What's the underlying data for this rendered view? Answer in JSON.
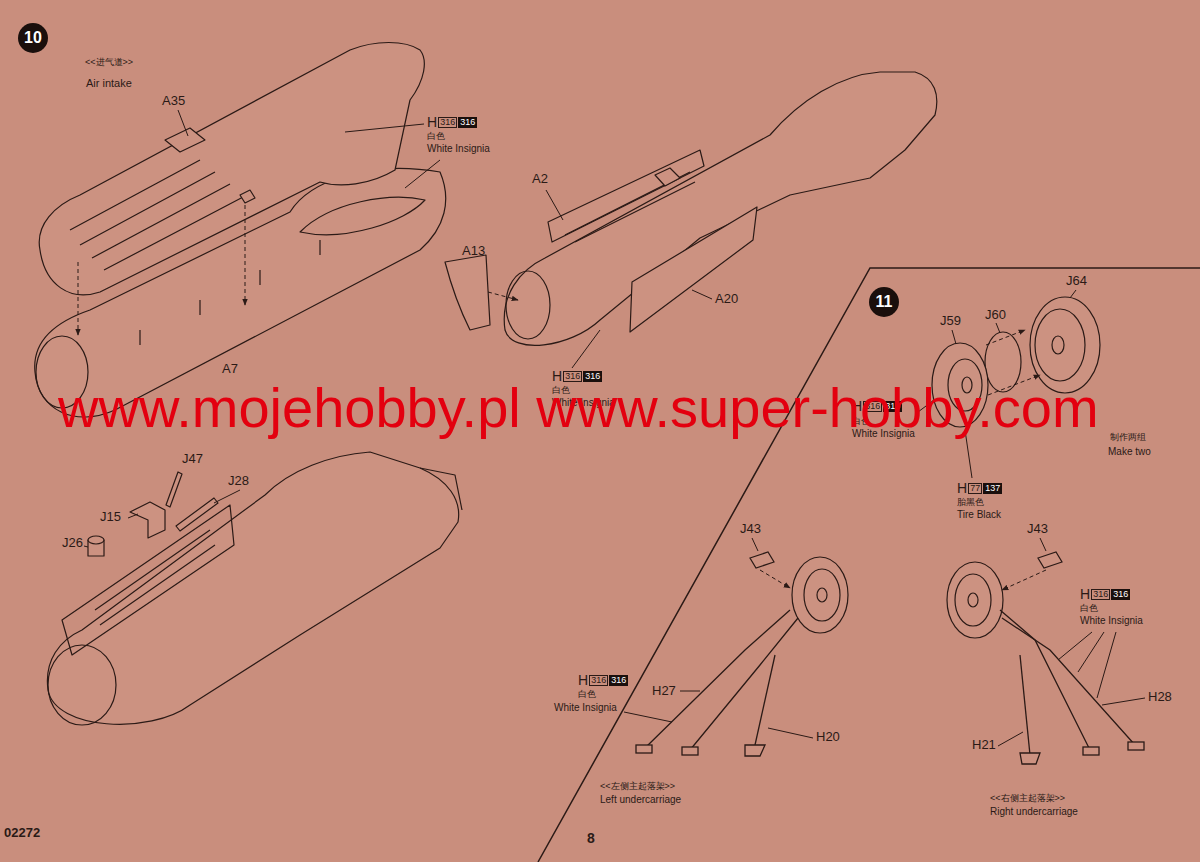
{
  "diagram": {
    "nodes": [
      {
        "text": [
          "10"
        ]
      },
      {
        "text": [
          "11"
        ]
      }
    ],
    "labels": [
      "<<进气道>>",
      "Air intake",
      "A35",
      "H",
      "316",
      "316",
      "白色",
      "White Insignia",
      "A2",
      "A13",
      "A20",
      "A7",
      "H",
      "316",
      "316",
      "白色",
      "White Insignia",
      "J47",
      "J15",
      "J28",
      "J26",
      "www.mojehobby.pl www.super-hobby.com",
      "J64",
      "J59",
      "J60",
      "H",
      "316",
      "316",
      "白色",
      "White Insignia",
      "制作两组",
      "Make two",
      "H",
      "77",
      "137",
      "胎黑色",
      "Tire Black",
      "J43",
      "J43",
      "H",
      "316",
      "316",
      "白色",
      "White Insignia",
      "H27",
      "H20",
      "<<左侧主起落架>>",
      "Left undercarriage",
      "H",
      "316",
      "316",
      "白色",
      "White Insignia",
      "H28",
      "H21",
      "<<右侧主起落架>>",
      "Right undercarriage",
      "02272",
      "8"
    ]
  }
}
